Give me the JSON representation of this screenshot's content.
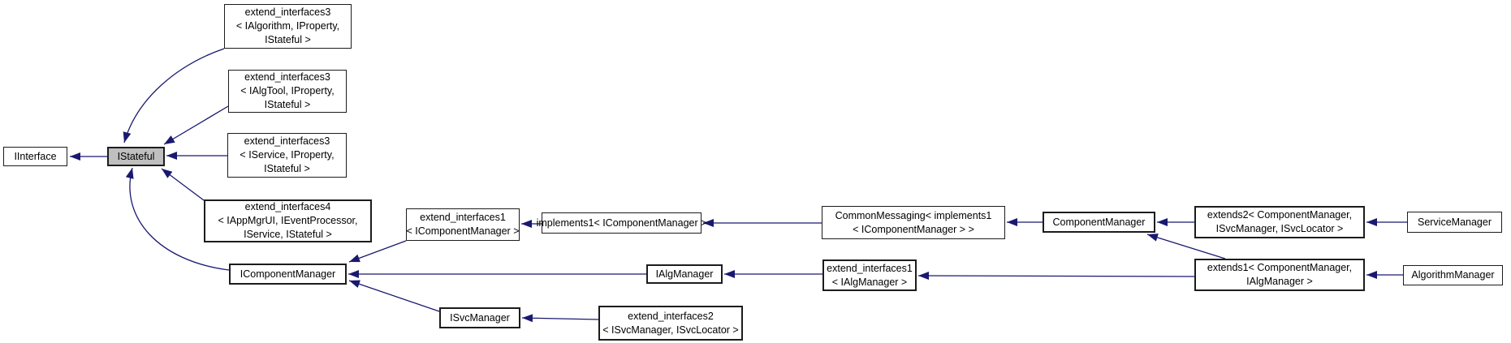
{
  "diagram": {
    "kind": "class-inheritance-graph",
    "colors": {
      "arrow": "#191970",
      "node_background": "#ffffff",
      "selected_node_background": "#bfbfbf",
      "node_border": "#1c1c1c",
      "text": "#000000"
    },
    "selected_node": "istateful",
    "nodes": {
      "iinterface": {
        "lines": [
          "IInterface"
        ]
      },
      "istateful": {
        "lines": [
          "IStateful"
        ]
      },
      "ei3_ialgorithm": {
        "lines": [
          "extend_interfaces3",
          "< IAlgorithm, IProperty,",
          "IStateful >"
        ]
      },
      "ei3_ialgtool": {
        "lines": [
          "extend_interfaces3",
          "< IAlgTool, IProperty,",
          "IStateful >"
        ]
      },
      "ei3_iservice": {
        "lines": [
          "extend_interfaces3",
          "< IService, IProperty,",
          "IStateful >"
        ]
      },
      "ei4_iappmgrui": {
        "lines": [
          "extend_interfaces4",
          "< IAppMgrUI, IEventProcessor,",
          "IService, IStateful >"
        ]
      },
      "icomponentmanager": {
        "lines": [
          "IComponentManager"
        ]
      },
      "ei1_icomponentmanager": {
        "lines": [
          "extend_interfaces1",
          "< IComponentManager >"
        ]
      },
      "implements1_icm": {
        "lines": [
          "implements1< IComponentManager >"
        ]
      },
      "commonmessaging": {
        "lines": [
          "CommonMessaging< implements1",
          "< IComponentManager > >"
        ]
      },
      "componentmanager": {
        "lines": [
          "ComponentManager"
        ]
      },
      "extends2_cm": {
        "lines": [
          "extends2< ComponentManager,",
          "ISvcManager, ISvcLocator >"
        ]
      },
      "servicemanager": {
        "lines": [
          "ServiceManager"
        ]
      },
      "ialgmanager": {
        "lines": [
          "IAlgManager"
        ]
      },
      "ei1_ialgmanager": {
        "lines": [
          "extend_interfaces1",
          "< IAlgManager >"
        ]
      },
      "extends1_cm": {
        "lines": [
          "extends1< ComponentManager,",
          "IAlgManager >"
        ]
      },
      "algorithmmanager": {
        "lines": [
          "AlgorithmManager"
        ]
      },
      "isvcmanager": {
        "lines": [
          "ISvcManager"
        ]
      },
      "ei2_isvcmanager": {
        "lines": [
          "extend_interfaces2",
          "< ISvcManager, ISvcLocator >"
        ]
      }
    },
    "edges": [
      {
        "from": "istateful",
        "to": "iinterface"
      },
      {
        "from": "ei3_ialgorithm",
        "to": "istateful"
      },
      {
        "from": "ei3_ialgtool",
        "to": "istateful"
      },
      {
        "from": "ei3_iservice",
        "to": "istateful"
      },
      {
        "from": "ei4_iappmgrui",
        "to": "istateful"
      },
      {
        "from": "icomponentmanager",
        "to": "istateful"
      },
      {
        "from": "ei1_icomponentmanager",
        "to": "icomponentmanager"
      },
      {
        "from": "implements1_icm",
        "to": "ei1_icomponentmanager"
      },
      {
        "from": "commonmessaging",
        "to": "implements1_icm"
      },
      {
        "from": "componentmanager",
        "to": "commonmessaging"
      },
      {
        "from": "extends2_cm",
        "to": "componentmanager"
      },
      {
        "from": "servicemanager",
        "to": "extends2_cm"
      },
      {
        "from": "extends1_cm",
        "to": "componentmanager"
      },
      {
        "from": "extends1_cm",
        "to": "ei1_ialgmanager"
      },
      {
        "from": "algorithmmanager",
        "to": "extends1_cm"
      },
      {
        "from": "ei1_ialgmanager",
        "to": "ialgmanager"
      },
      {
        "from": "ialgmanager",
        "to": "icomponentmanager"
      },
      {
        "from": "isvcmanager",
        "to": "icomponentmanager"
      },
      {
        "from": "ei2_isvcmanager",
        "to": "isvcmanager"
      }
    ]
  }
}
